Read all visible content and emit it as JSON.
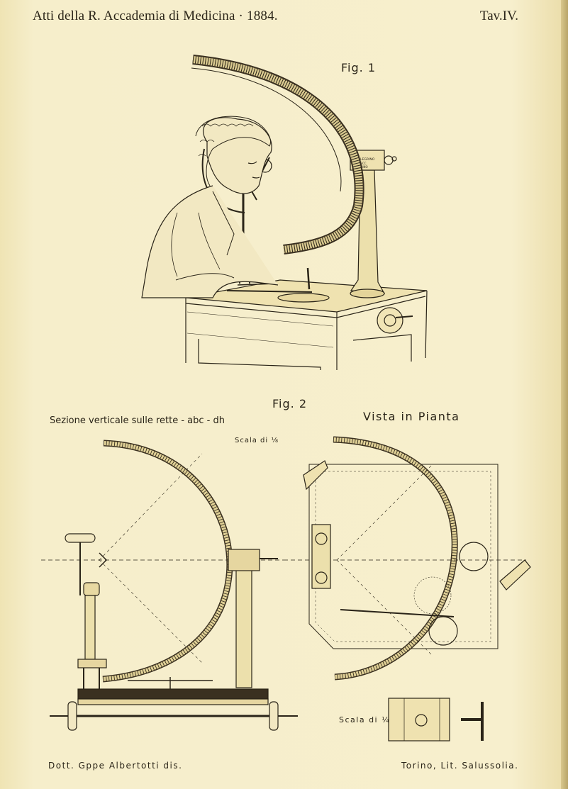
{
  "header": {
    "journal": "Atti della R. Accademia di Medicina · 1884.",
    "plate": "Tav.IV."
  },
  "figure1": {
    "label": "Fig. 1"
  },
  "figure2": {
    "label": "Fig. 2",
    "section_caption": "Sezione verticale sulle rette - abc - dh",
    "plan_caption": "Vista in Pianta",
    "scale_main": "Scala di ⅛",
    "scale_detail": "Scala di ¼"
  },
  "instrument_label": "PELLEGRINO\nMECC.\nTORINO",
  "footer": {
    "author": "Dott. Gppe Albertotti dis.",
    "printer": "Torino, Lit. Salussolia."
  }
}
